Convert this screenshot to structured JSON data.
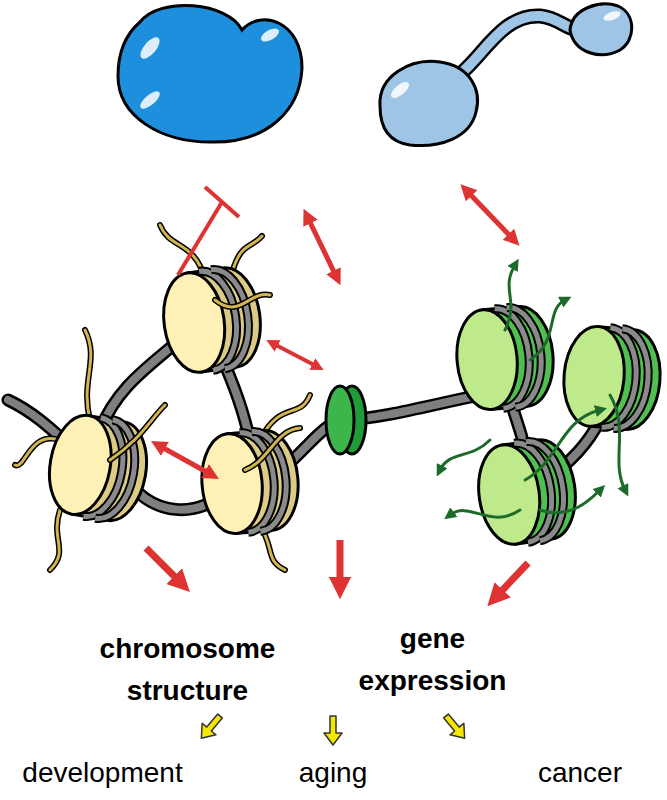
{
  "diagram": {
    "labels": [
      "chromosome structure",
      "gene expression",
      "development",
      "aging",
      "cancer"
    ]
  }
}
